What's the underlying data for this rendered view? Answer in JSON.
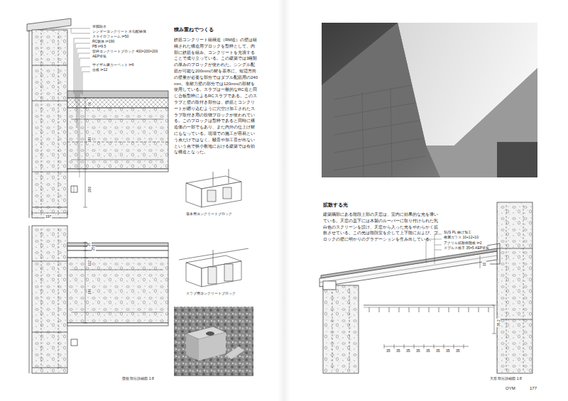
{
  "diagram": {
    "labels": [
      "塗膜防水",
      "シンダーコンクリート 水勾配確保",
      "スタイロフォーム t=50",
      "RC躯体 t=190",
      "PB t=9.5",
      "型枠コンクリートブロック 400×200×200",
      "AEP塗装",
      "サイザル麻カーペット t=6",
      "合板 t=12",
      "積み重ねでつくる",
      "鉄筋コンクリート組積造（RM造）の壁は組積された構造用ブロックを型枠として、内部に鉄筋を組み、コンクリートを充填することで成り立っている。この建築では3種類の厚みのブロックが使われた。シングル配筋が可能な200mmの材を基本に、短辺方向の壁量が必要な部分ではダブル配筋用の240mm、非耐力壁の部分では120mmの部材を使用している。スラブは一般的なRC造と同じ合板型枠によるRCスラブである。このスラブと壁の取付き部分は、鉄筋とコンクリートが廻り込むように穴空け加工されたスラブ取付き用の役物ブロックが使われている。このブロックは型枠であると同時に構造体の一部でもあり、また内外の仕上げ材にもなっている。現場での施工が容易という点だけではなく、騒音や加工音が出ないという点で狭小敷地における建築では有効な構造となった。",
      "基本用コンクリートブロック",
      "スラブ用コンクリートブロック",
      "50",
      "180",
      "200",
      "197",
      "25",
      "25",
      "112",
      "190",
      "壁面 部分詳細図 1:8",
      "拡散する光",
      "建築隅部にある階段上部の天窓は、室内に効果的な光を導いている。天窓の直下には木製のルーバーに取り付けられた乳白色のスクリーンを設け、天窓から入った光をやわらかく拡散させている。この光は階段室を介して上下階におよび、ブロックの壁に明かりのグラデーションを生み出している。",
      "SUS PL 曲げ加工",
      "複層ガラス 10+12+10",
      "アクリル拡散樹脂板 t=2",
      "スプルス格子 35×5 AEP塗装",
      "10",
      "35.2",
      "35",
      "35",
      "35",
      "35",
      "35",
      "35",
      "35",
      "35",
      "天窓 部分詳細図 1:8",
      "OYM",
      "177"
    ]
  }
}
